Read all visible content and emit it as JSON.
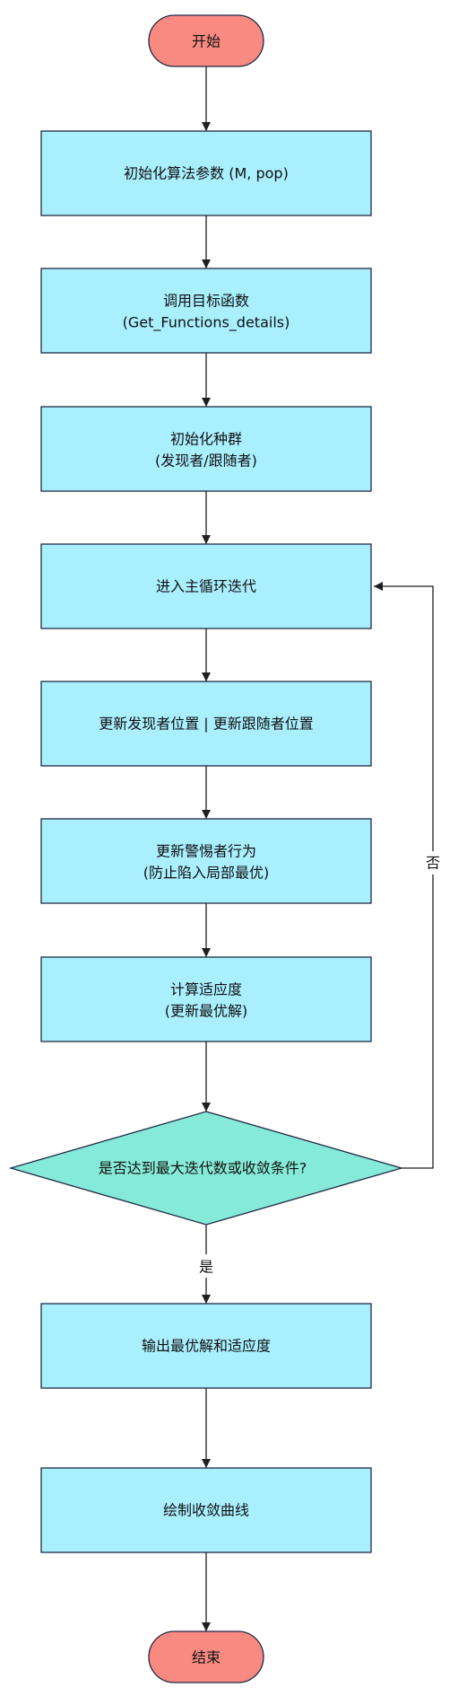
{
  "flowchart": {
    "start": "开始",
    "init_params": "初始化算法参数 (M, pop)",
    "call_objective_line1": "调用目标函数",
    "call_objective_line2": "(Get_Functions_details)",
    "init_population_line1": "初始化种群",
    "init_population_line2": "(发现者/跟随者)",
    "enter_loop": "进入主循环迭代",
    "update_positions": "更新发现者位置 | 更新跟随者位置",
    "update_vigilant_line1": "更新警惕者行为",
    "update_vigilant_line2": "(防止陷入局部最优)",
    "compute_fitness_line1": "计算适应度",
    "compute_fitness_line2": "(更新最优解)",
    "decision": "是否达到最大迭代数或收敛条件?",
    "yes_label": "是",
    "no_label": "否",
    "output_result": "输出最优解和适应度",
    "plot_curve": "绘制收敛曲线",
    "end": "结束"
  },
  "colors": {
    "terminal_fill": "#f88a82",
    "process_fill": "#a9effe",
    "decision_fill": "#86ead8",
    "stroke": "#1f2a44"
  }
}
